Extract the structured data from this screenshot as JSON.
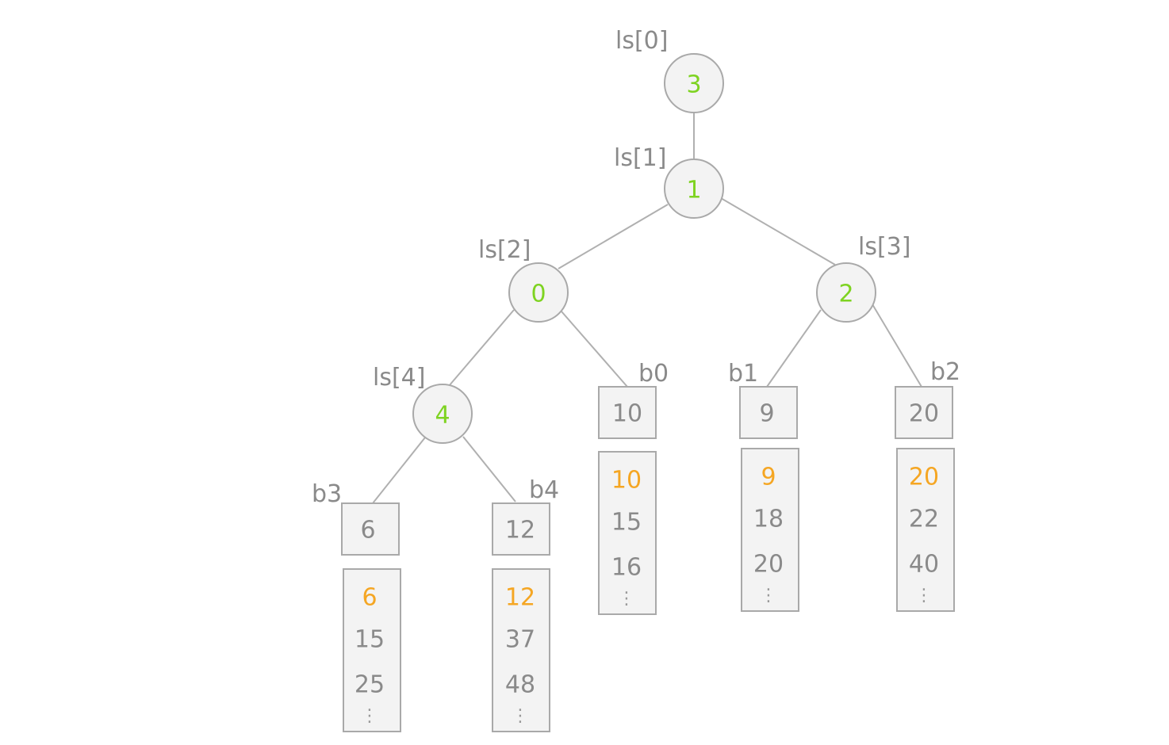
{
  "colors": {
    "winner": "#7ed321",
    "head": "#f5a623",
    "text": "#8a8a8a",
    "stroke": "#a9a9a9",
    "fill": "#f3f3f3"
  },
  "tree_nodes": [
    {
      "id": "ls0",
      "label": "ls[0]",
      "value": "3"
    },
    {
      "id": "ls1",
      "label": "ls[1]",
      "value": "1"
    },
    {
      "id": "ls2",
      "label": "ls[2]",
      "value": "0"
    },
    {
      "id": "ls3",
      "label": "ls[3]",
      "value": "2"
    },
    {
      "id": "ls4",
      "label": "ls[4]",
      "value": "4"
    }
  ],
  "buffers": [
    {
      "id": "b0",
      "label": "b0",
      "value": "10",
      "list": [
        "10",
        "15",
        "16"
      ],
      "more": "⋮"
    },
    {
      "id": "b1",
      "label": "b1",
      "value": "9",
      "list": [
        "9",
        "18",
        "20"
      ],
      "more": "⋮"
    },
    {
      "id": "b2",
      "label": "b2",
      "value": "20",
      "list": [
        "20",
        "22",
        "40"
      ],
      "more": "⋮"
    },
    {
      "id": "b3",
      "label": "b3",
      "value": "6",
      "list": [
        "6",
        "15",
        "25"
      ],
      "more": "⋮"
    },
    {
      "id": "b4",
      "label": "b4",
      "value": "12",
      "list": [
        "12",
        "37",
        "48"
      ],
      "more": "⋮"
    }
  ]
}
